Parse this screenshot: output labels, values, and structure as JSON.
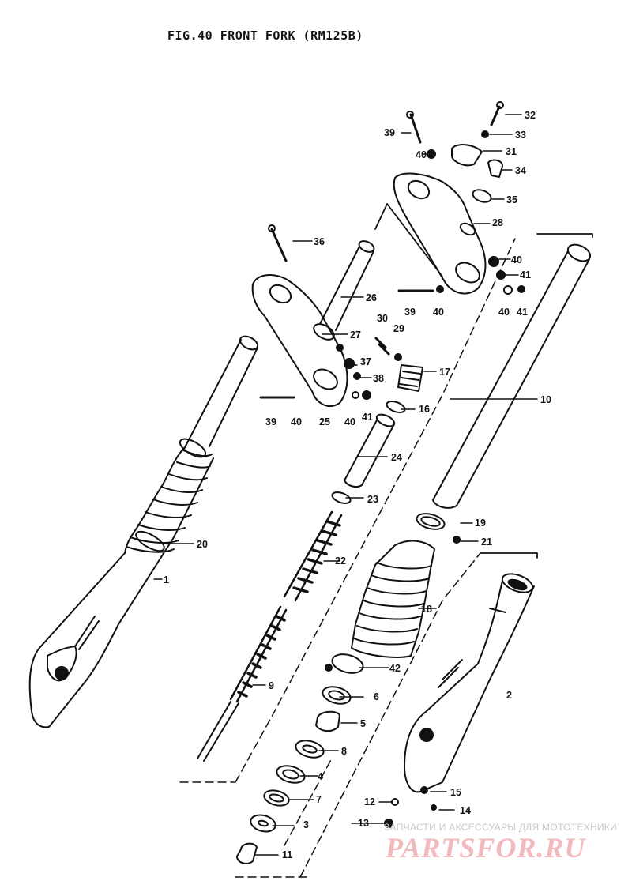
{
  "title": "FIG.40  FRONT FORK (RM125B)",
  "watermark": {
    "caption": "ЗАПЧАСТИ И АКСЕССУАРЫ ДЛЯ МОТОТЕХНИКИ",
    "logo": "PARTSFOR.RU"
  },
  "part_numbers": {
    "p1": "1",
    "p2": "2",
    "p3": "3",
    "p4": "4",
    "p5": "5",
    "p6": "6",
    "p7": "7",
    "p8": "8",
    "p9": "9",
    "p10": "10",
    "p11": "11",
    "p12": "12",
    "p13": "13",
    "p14": "14",
    "p15": "15",
    "p16": "16",
    "p17": "17",
    "p18": "18",
    "p19": "19",
    "p20": "20",
    "p21": "21",
    "p22": "22",
    "p23": "23",
    "p24": "24",
    "p25": "25",
    "p26": "26",
    "p27": "27",
    "p28": "28",
    "p29": "29",
    "p30": "30",
    "p31": "31",
    "p32": "32",
    "p33": "33",
    "p34": "34",
    "p35": "35",
    "p36": "36",
    "p37": "37",
    "p38": "38",
    "p39": "39",
    "p40": "40",
    "p41": "41",
    "p42": "42"
  },
  "colors": {
    "ink": "#111111",
    "watermark_red": "#f2b9bd",
    "watermark_gray": "#c9c9c9"
  }
}
